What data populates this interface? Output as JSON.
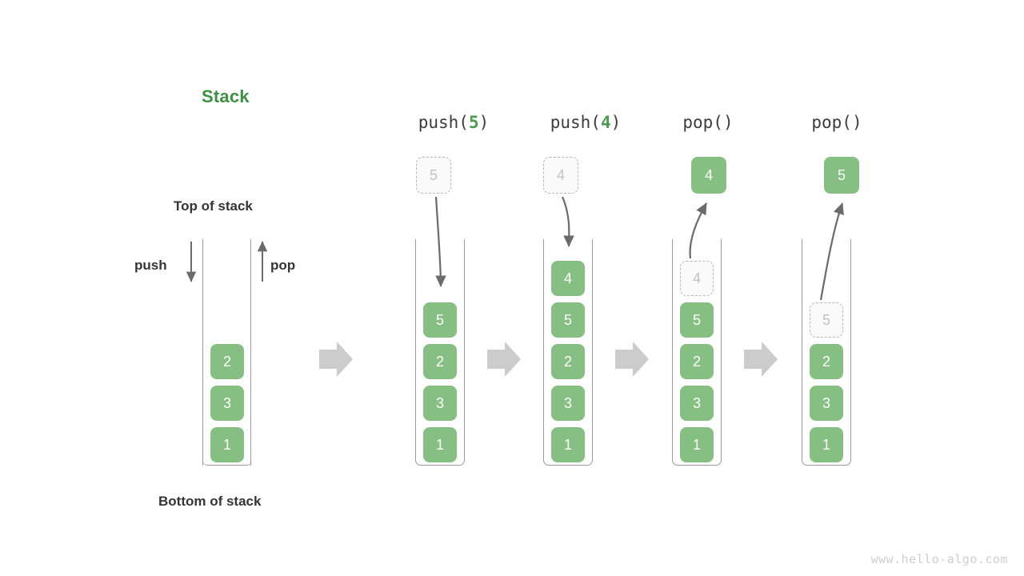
{
  "title": "Stack",
  "labels": {
    "top_of_stack": "Top of stack",
    "bottom_of_stack": "Bottom of stack",
    "push": "push",
    "pop": "pop"
  },
  "watermark": "www.hello-algo.com",
  "colors": {
    "accent_green": "#3f9142",
    "block_green": "#86bf82",
    "ghost_border": "#b8b8b8",
    "ghost_text": "#c2c2c2",
    "frame_gray": "#9a9a9a",
    "arrow_gray": "#6b6b6b",
    "step_arrow_gray": "#cccccc",
    "text_dark": "#353535"
  },
  "columns": [
    {
      "id": "initial",
      "header": null,
      "header_prefix": null,
      "header_arg": null,
      "header_suffix": null,
      "cells": [
        "1",
        "3",
        "2"
      ],
      "float": null
    },
    {
      "id": "push-5",
      "header": "push(5)",
      "header_prefix": "push(",
      "header_arg": "5",
      "header_suffix": ")",
      "cells": [
        "1",
        "3",
        "2",
        "5"
      ],
      "float": {
        "value": "5",
        "style": "ghost"
      }
    },
    {
      "id": "push-4",
      "header": "push(4)",
      "header_prefix": "push(",
      "header_arg": "4",
      "header_suffix": ")",
      "cells": [
        "1",
        "3",
        "2",
        "5",
        "4"
      ],
      "float": {
        "value": "4",
        "style": "ghost"
      }
    },
    {
      "id": "pop-1",
      "header": "pop()",
      "header_prefix": "pop(",
      "header_arg": "",
      "header_suffix": ")",
      "cells": [
        "1",
        "3",
        "2",
        "5",
        "4"
      ],
      "ghost_index": 4,
      "float": {
        "value": "4",
        "style": "solid"
      }
    },
    {
      "id": "pop-2",
      "header": "pop()",
      "header_prefix": "pop(",
      "header_arg": "",
      "header_suffix": ")",
      "cells": [
        "1",
        "3",
        "2",
        "5"
      ],
      "ghost_index": 3,
      "float": {
        "value": "5",
        "style": "solid"
      }
    }
  ],
  "step_arrows": 4
}
